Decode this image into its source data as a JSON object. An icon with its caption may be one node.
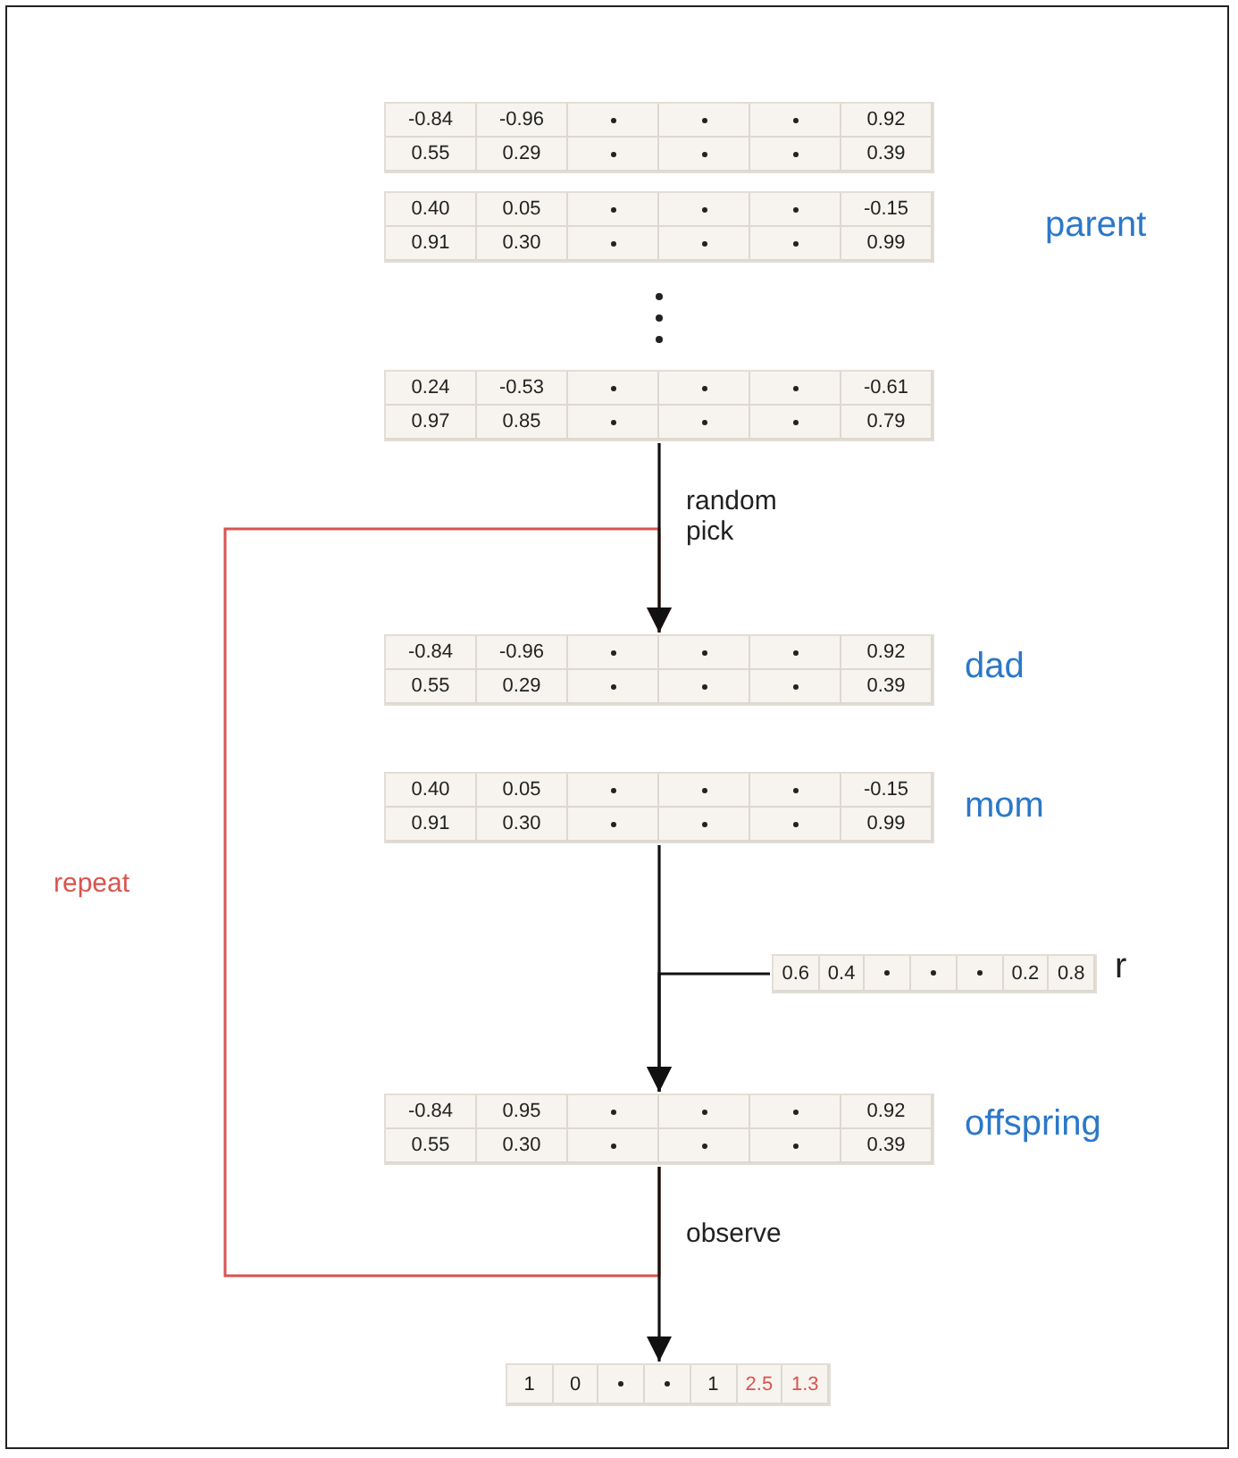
{
  "diagram": {
    "nodes": [
      {
        "text": [
          "-0.84",
          "-0.96",
          "0.92",
          "0.55",
          "0.29",
          "0.39"
        ]
      },
      {
        "text": [
          "0.40",
          "0.05",
          "-0.15",
          "0.91",
          "0.30",
          "0.99"
        ],
        "beside": [
          "parent"
        ]
      },
      {
        "text": [
          "0.24",
          "-0.53",
          "-0.61",
          "0.97",
          "0.85",
          "0.79"
        ]
      },
      {
        "text": [
          "-0.84",
          "-0.96",
          "0.92",
          "0.55",
          "0.29",
          "0.39"
        ],
        "beside": [
          "dad"
        ]
      },
      {
        "text": [
          "0.40",
          "0.05",
          "-0.15",
          "0.91",
          "0.30",
          "0.99"
        ],
        "beside": [
          "mom"
        ]
      },
      {
        "text": [
          "0.6",
          "0.4",
          "0.2",
          "0.8"
        ],
        "beside": [
          "r"
        ]
      },
      {
        "text": [
          "-0.84",
          "0.95",
          "0.92",
          "0.55",
          "0.30",
          "0.39"
        ],
        "beside": [
          "offspring"
        ]
      },
      {
        "text": [
          "1",
          "0",
          "1",
          "2.5",
          "1.3"
        ]
      }
    ],
    "edges": [
      {
        "from": 2,
        "to": 3,
        "arrow": "to",
        "label": "random pick"
      },
      {
        "from": 4,
        "to": 6,
        "arrow": "to"
      },
      {
        "from": 5,
        "to": 6,
        "arrow": "to"
      },
      {
        "from": 6,
        "to": 7,
        "arrow": "to",
        "label": "observe"
      },
      {
        "from": 6,
        "to": 3,
        "arrow": "to",
        "label": "repeat",
        "color": "#d9534f"
      }
    ]
  }
}
